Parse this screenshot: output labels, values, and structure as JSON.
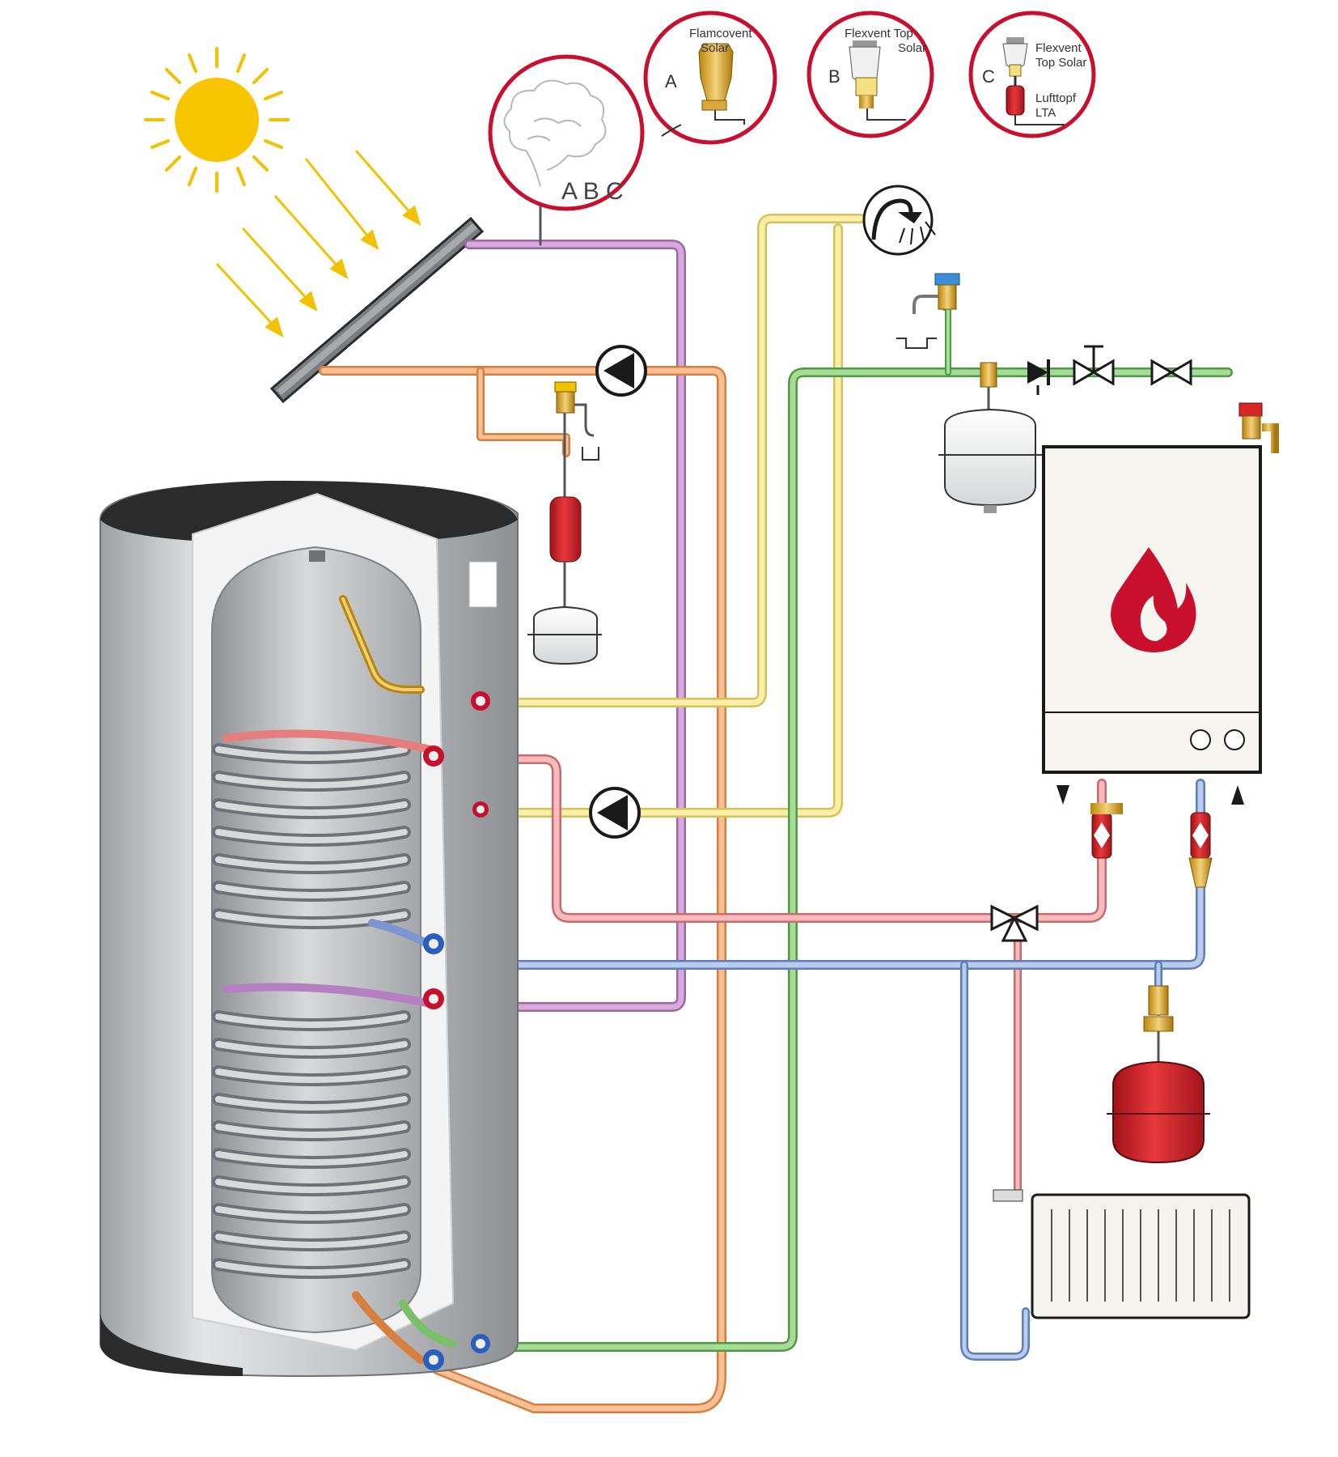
{
  "callouts": {
    "vent_label": "A B C",
    "a": {
      "letter": "A",
      "line1": "Flamcovent",
      "line2": "Solar"
    },
    "b": {
      "letter": "B",
      "line1": "Flexvent  Top",
      "line2": "Solar"
    },
    "c": {
      "letter": "C",
      "line1": "Flexvent",
      "line2": "Top Solar",
      "line3": "Lufttopf",
      "line4": "LTA"
    }
  },
  "colors": {
    "callout_ring": "#c8102e",
    "sun": "#f7c600",
    "sun_rays": "#f2c100",
    "pipe_solar_flow": "#c58ec9",
    "pipe_solar_return": "#f2a66a",
    "pipe_hot_water": "#f4e082",
    "pipe_cold_water": "#7fc46e",
    "pipe_heating_flow": "#e9999a",
    "pipe_heating_return": "#8fa9dc",
    "vessel_red": "#d8252b",
    "flame": "#c8102e",
    "tank_shell": "#c7c9cb",
    "tank_cap": "#2b2b2b"
  },
  "icons": [
    "sun-icon",
    "shower-icon",
    "flame-icon",
    "pump-icon",
    "valve-icon",
    "check-valve-icon",
    "safety-valve-icon",
    "expansion-vessel-icon",
    "radiator-icon"
  ]
}
